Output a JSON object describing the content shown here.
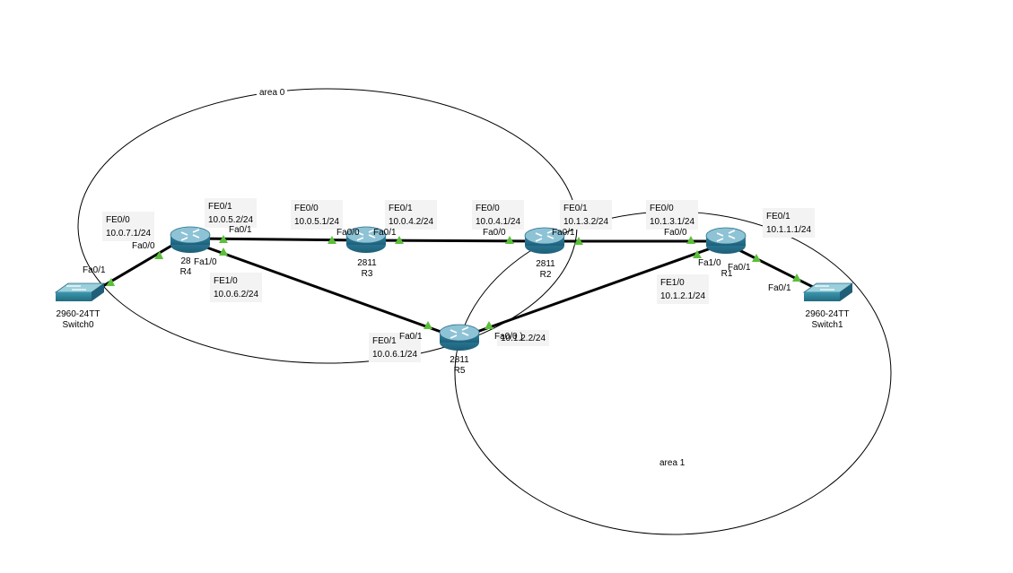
{
  "areas": [
    {
      "id": "area0",
      "label": "area 0"
    },
    {
      "id": "area1",
      "label": "area 1"
    }
  ],
  "devices": [
    {
      "id": "R4",
      "model": "28",
      "name": "R4",
      "kind": "router"
    },
    {
      "id": "R3",
      "model": "2811",
      "name": "R3",
      "kind": "router"
    },
    {
      "id": "R2",
      "model": "2811",
      "name": "R2",
      "kind": "router"
    },
    {
      "id": "R1",
      "model": "",
      "name": "R1",
      "kind": "router"
    },
    {
      "id": "R5",
      "model": "2811",
      "name": "R5",
      "kind": "router"
    },
    {
      "id": "Switch0",
      "model": "2960-24TT",
      "name": "Switch0",
      "kind": "switch"
    },
    {
      "id": "Switch1",
      "model": "2960-24TT",
      "name": "Switch1",
      "kind": "switch"
    }
  ],
  "ports": {
    "sw0_fa01": "Fa0/1",
    "r4_fa00": "Fa0/0",
    "r4_fa01": "Fa0/1",
    "r4_fa10": "Fa1/0",
    "r3_fa00": "Fa0/0",
    "r3_fa01": "Fa0/1",
    "r2_fa00": "Fa0/0",
    "r2_fa01": "Fa0/1",
    "r1_fa00": "Fa0/0",
    "r1_fa10": "Fa1/0",
    "r1_fa01": "Fa0/1",
    "sw1_fa01": "Fa0/1",
    "r5_fa01": "Fa0/1",
    "r5_fa00": "Fa0/0 )"
  },
  "notes": [
    {
      "id": "r4-fe00",
      "iface": "FE0/0",
      "ip": "10.0.7.1/24"
    },
    {
      "id": "r4-fe01",
      "iface": "FE0/1",
      "ip": "10.0.5.2/24"
    },
    {
      "id": "r3-fe00",
      "iface": "FE0/0",
      "ip": "10.0.5.1/24"
    },
    {
      "id": "r3-fe01",
      "iface": "FE0/1",
      "ip": "10.0.4.2/24"
    },
    {
      "id": "r2-fe00",
      "iface": "FE0/0",
      "ip": "10.0.4.1/24"
    },
    {
      "id": "r2-fe01",
      "iface": "FE0/1",
      "ip": "10.1.3.2/24"
    },
    {
      "id": "r1-fe00",
      "iface": "FE0/0",
      "ip": "10.1.3.1/24"
    },
    {
      "id": "r1-fe01",
      "iface": "FE0/1",
      "ip": "10.1.1.1/24"
    },
    {
      "id": "r4-fe10",
      "iface": "FE1/0",
      "ip": "10.0.6.2/24"
    },
    {
      "id": "r1-fe10",
      "iface": "FE1/0",
      "ip": "10.1.2.1/24"
    },
    {
      "id": "r5-fe01",
      "iface": "FE0/1",
      "ip": "10.0.6.1/24"
    },
    {
      "id": "r5-fe00",
      "iface": "",
      "ip": "10.1.2.2/24"
    }
  ],
  "colors": {
    "link": "#000000",
    "link_up": "#5bbf3a",
    "router_top": "#8ec3d6",
    "router_body": "#2e7f9e",
    "switch_top": "#9ad0dc",
    "switch_body": "#2f8aa3",
    "note_bg": "#f3f3f3"
  }
}
